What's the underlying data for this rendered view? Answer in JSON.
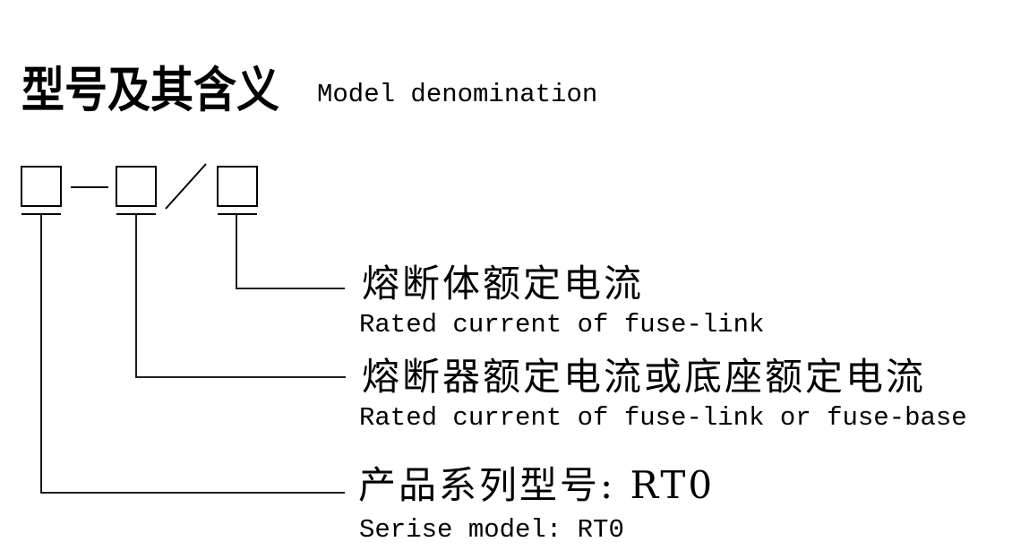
{
  "page": {
    "background_color": "#ffffff",
    "ink_color": "#000000"
  },
  "header": {
    "title_zh": "型号及其含义",
    "title_en": "Model denomination"
  },
  "diagram": {
    "boxes": [
      {
        "id": "series-model-box",
        "content": ""
      },
      {
        "id": "fuse-rated-current-box",
        "content": ""
      },
      {
        "id": "fuse-link-current-box",
        "content": ""
      }
    ],
    "separators": [
      {
        "id": "dash-separator",
        "glyph": "—"
      },
      {
        "id": "slash-separator",
        "glyph": "/"
      }
    ],
    "labels": [
      {
        "id": "fuse-link-rated-current",
        "zh": "熔断体额定电流",
        "en": "Rated current of fuse-link"
      },
      {
        "id": "fuse-or-base-rated-current",
        "zh": "熔断器额定电流或底座额定电流",
        "en": "Rated current of fuse-link or fuse-base"
      },
      {
        "id": "series-model",
        "zh": "产品系列型号: RT0",
        "en": "Serise model: RT0"
      }
    ]
  }
}
